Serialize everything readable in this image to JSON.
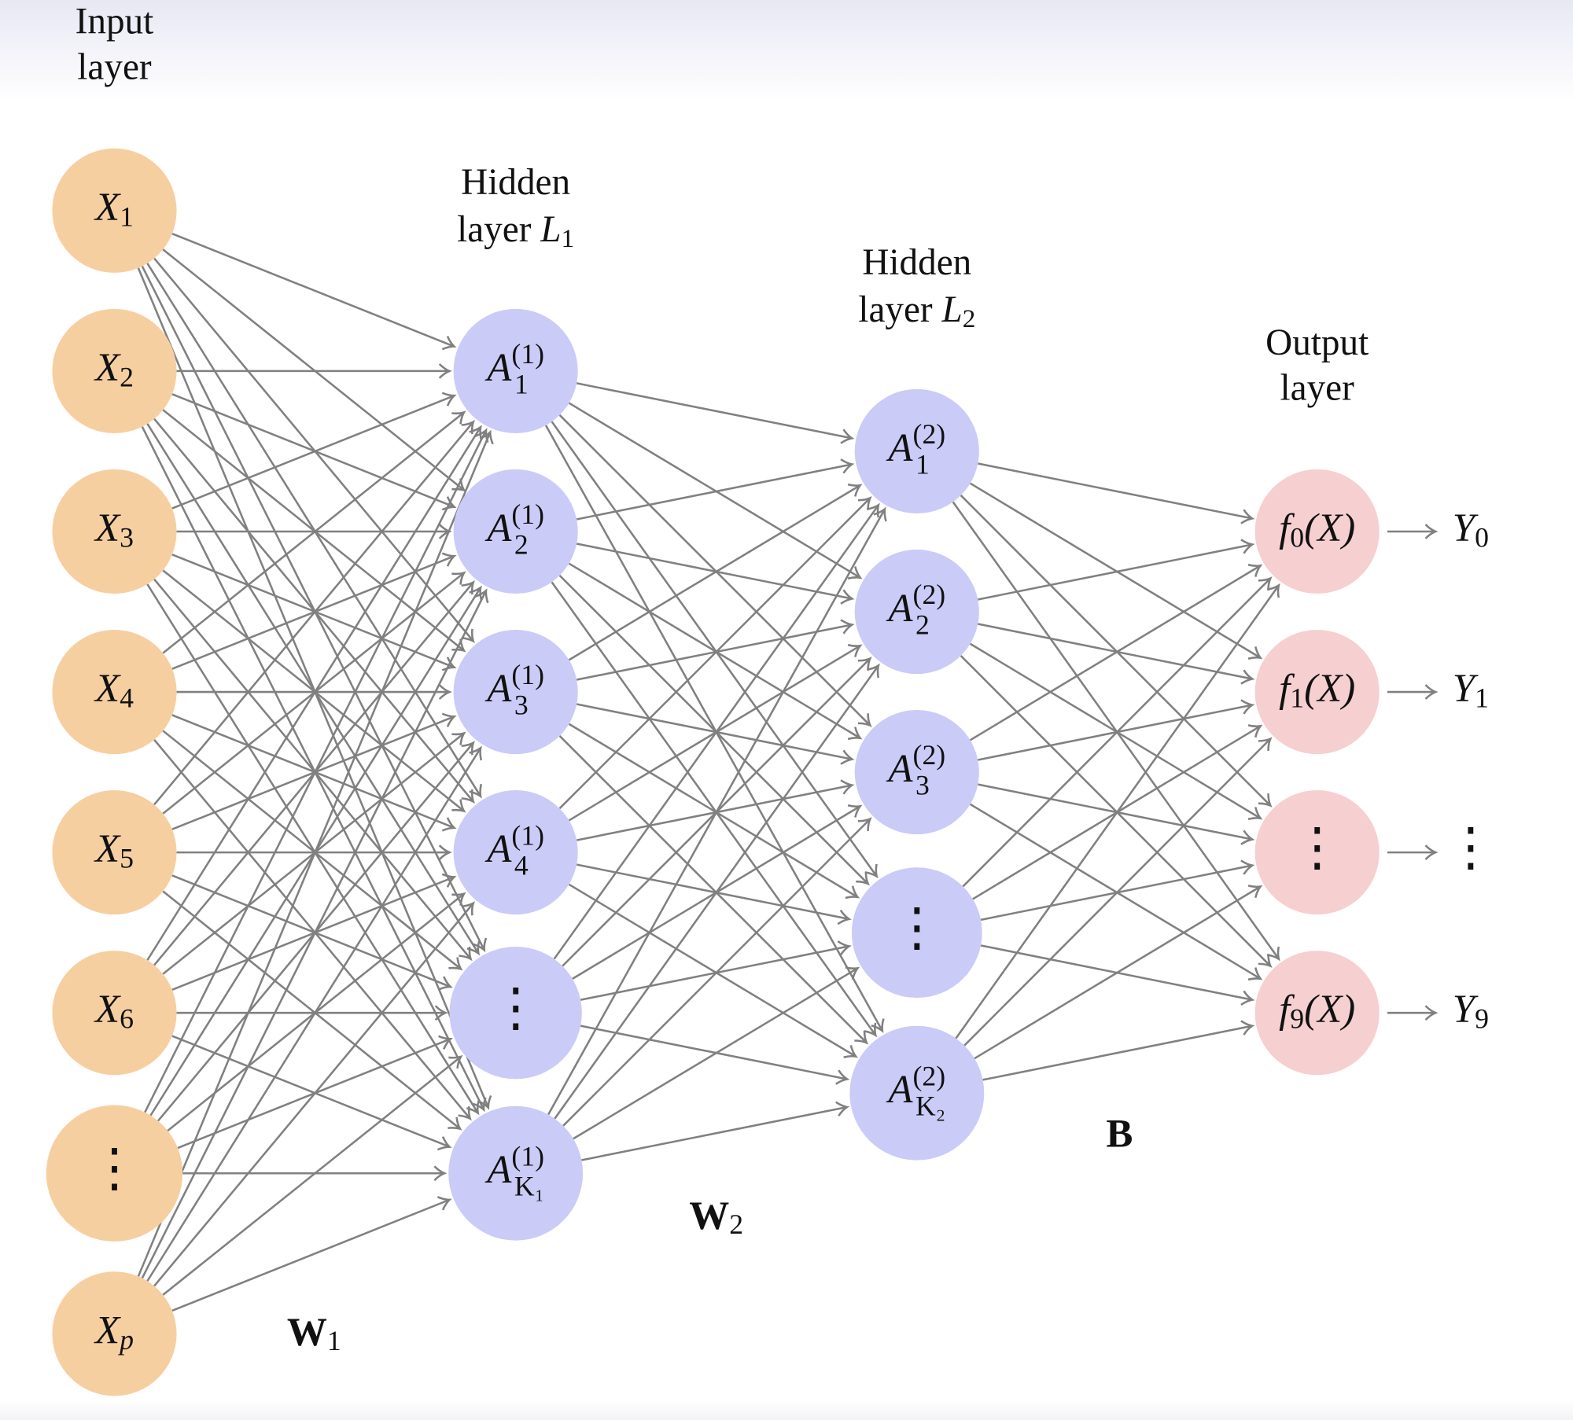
{
  "colors": {
    "input": "#f6cfa1",
    "hidden": "#cbcbf8",
    "output": "#f6cfd1",
    "edge": "#808080",
    "text": "#111111"
  },
  "layers": [
    {
      "id": "input",
      "title": [
        "Input",
        "layer"
      ],
      "title_math": null,
      "nodes": [
        {
          "base": "X",
          "sub": "1"
        },
        {
          "base": "X",
          "sub": "2"
        },
        {
          "base": "X",
          "sub": "3"
        },
        {
          "base": "X",
          "sub": "4"
        },
        {
          "base": "X",
          "sub": "5"
        },
        {
          "base": "X",
          "sub": "6"
        },
        {
          "dots": "⋮"
        },
        {
          "base": "X",
          "sub": "p"
        }
      ]
    },
    {
      "id": "hidden1",
      "title": [
        "Hidden",
        "layer"
      ],
      "title_math": {
        "base": "L",
        "sub": "1"
      },
      "nodes": [
        {
          "base": "A",
          "sub": "1",
          "sup": "(1)"
        },
        {
          "base": "A",
          "sub": "2",
          "sup": "(1)"
        },
        {
          "base": "A",
          "sub": "3",
          "sup": "(1)"
        },
        {
          "base": "A",
          "sub": "4",
          "sup": "(1)"
        },
        {
          "dots": "⋮"
        },
        {
          "base": "A",
          "sub": "K₁",
          "sup": "(1)"
        }
      ]
    },
    {
      "id": "hidden2",
      "title": [
        "Hidden",
        "layer"
      ],
      "title_math": {
        "base": "L",
        "sub": "2"
      },
      "nodes": [
        {
          "base": "A",
          "sub": "1",
          "sup": "(2)"
        },
        {
          "base": "A",
          "sub": "2",
          "sup": "(2)"
        },
        {
          "base": "A",
          "sub": "3",
          "sup": "(2)"
        },
        {
          "dots": "⋮"
        },
        {
          "base": "A",
          "sub": "K₂",
          "sup": "(2)"
        }
      ]
    },
    {
      "id": "output",
      "title": [
        "Output",
        "layer"
      ],
      "title_math": null,
      "nodes": [
        {
          "base": "f",
          "sub": "0",
          "arg": "(X)"
        },
        {
          "base": "f",
          "sub": "1",
          "arg": "(X)"
        },
        {
          "dots": "⋮"
        },
        {
          "base": "f",
          "sub": "9",
          "arg": "(X)"
        }
      ]
    }
  ],
  "outputs": [
    {
      "base": "Y",
      "sub": "0"
    },
    {
      "base": "Y",
      "sub": "1"
    },
    {
      "dots": "⋮"
    },
    {
      "base": "Y",
      "sub": "9"
    }
  ],
  "weights": [
    {
      "base": "W",
      "sub": "1"
    },
    {
      "base": "W",
      "sub": "2"
    },
    {
      "base": "B",
      "sub": ""
    }
  ]
}
